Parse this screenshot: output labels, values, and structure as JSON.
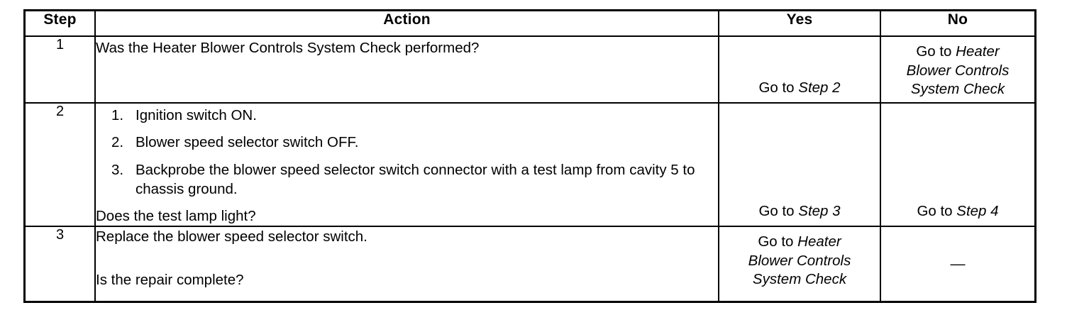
{
  "table": {
    "headers": {
      "step": "Step",
      "action": "Action",
      "yes": "Yes",
      "no": "No"
    },
    "rows": [
      {
        "step": "1",
        "action_question": "Was the Heater Blower Controls System Check performed?",
        "yes_prefix": "Go to ",
        "yes_target": "Step 2",
        "no_prefix": "Go to ",
        "no_target_line1": "Heater",
        "no_target_line2": "Blower Controls",
        "no_target_line3": "System Check"
      },
      {
        "step": "2",
        "items": [
          {
            "num": "1.",
            "text": "Ignition switch ON."
          },
          {
            "num": "2.",
            "text": "Blower speed selector switch OFF."
          },
          {
            "num": "3.",
            "text": "Backprobe the blower speed selector switch connector with a test lamp from cavity 5 to chassis ground."
          }
        ],
        "action_question": "Does the test lamp light?",
        "yes_prefix": "Go to ",
        "yes_target": "Step 3",
        "no_prefix": "Go to ",
        "no_target": "Step 4"
      },
      {
        "step": "3",
        "action_statement": "Replace the blower speed selector switch.",
        "action_question": "Is the repair complete?",
        "yes_prefix": "Go to ",
        "yes_target_line1": "Heater",
        "yes_target_line2": "Blower Controls",
        "yes_target_line3": "System Check",
        "no_dash": "—"
      }
    ]
  }
}
